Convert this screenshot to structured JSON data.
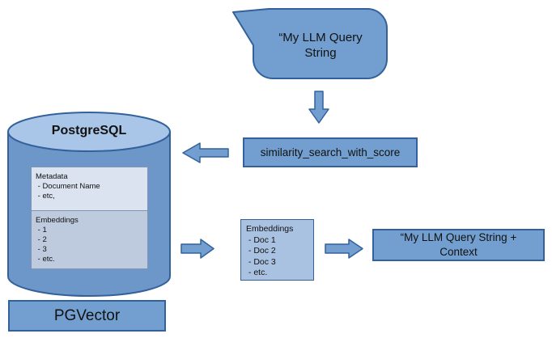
{
  "query_bubble": {
    "line1": "“My LLM Query",
    "line2": "String"
  },
  "similarity_box": {
    "label": "similarity_search_with_score"
  },
  "database": {
    "title": "PostgreSQL",
    "footer_label": "PGVector",
    "metadata_table": {
      "title": "Metadata",
      "rows": [
        " - Document Name",
        " - etc,"
      ]
    },
    "embeddings_table": {
      "title": "Embeddings",
      "rows": [
        " - 1",
        " - 2",
        " - 3",
        " - etc."
      ]
    }
  },
  "retrieved_embeddings_box": {
    "title": "Embeddings",
    "rows": [
      " - Doc 1",
      " - Doc 2",
      " - Doc 3",
      " - etc."
    ]
  },
  "result_box": {
    "line1": "“My LLM Query String +",
    "line2": "Context"
  },
  "colors": {
    "primary_fill": "#729fcf",
    "primary_stroke": "#33619c",
    "cylinder_body": "#6e97c9",
    "cylinder_top_ellipse": "#a9c6e8",
    "metadata_table_fill": "#dbe3f0",
    "embeddings_table_fill": "#becbdf",
    "retrieved_box_fill": "#a9c2e1"
  }
}
